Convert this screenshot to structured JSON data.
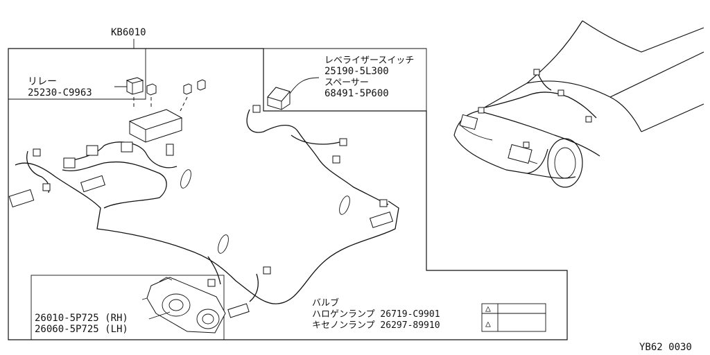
{
  "diagram": {
    "harness_code": "KB6010",
    "relay": {
      "name": "リレー",
      "part_no": "25230-C9963"
    },
    "leveler": {
      "switch_name": "レベライザースイッチ",
      "switch_part_no": "25190-5L300",
      "spacer_name": "スペーサー",
      "spacer_part_no": "68491-5P600"
    },
    "headlamp": {
      "rh_part": "26010-5P725 (RH)",
      "lh_part": "26060-5P725 (LH)"
    },
    "bulb": {
      "title": "バルブ",
      "halogen": "ハロゲンランプ 26719-C9901",
      "xenon": "キセノンランプ 26297-89910"
    },
    "legend": {
      "row1_symbol": "△",
      "row2_symbol": "△"
    },
    "page_code": "YB62 0030"
  }
}
